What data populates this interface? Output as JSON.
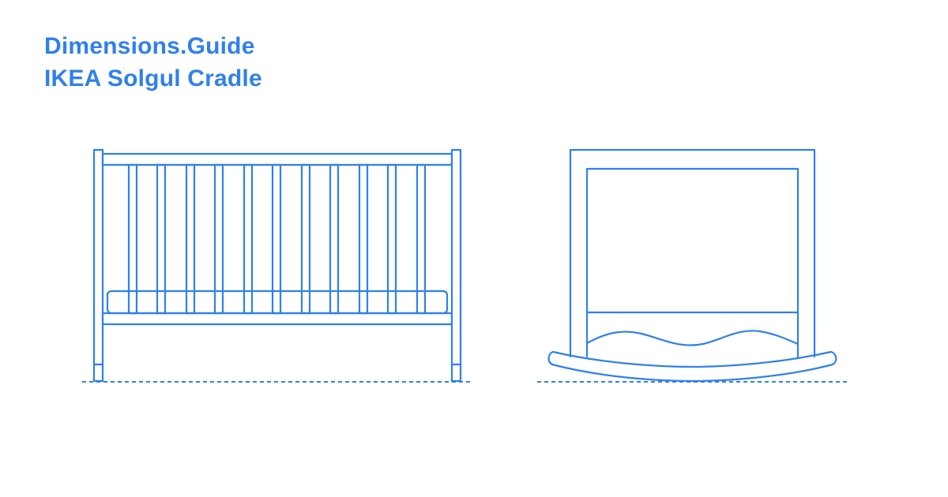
{
  "header": {
    "site_title": "Dimensions.Guide",
    "item_title": "IKEA Solgul Cradle"
  },
  "colors": {
    "accent": "#2f80ed",
    "line": "#2f80ed",
    "background": "#ffffff"
  },
  "views": [
    {
      "name": "front-elevation",
      "description_visible": false
    },
    {
      "name": "side-elevation",
      "description_visible": false
    }
  ]
}
